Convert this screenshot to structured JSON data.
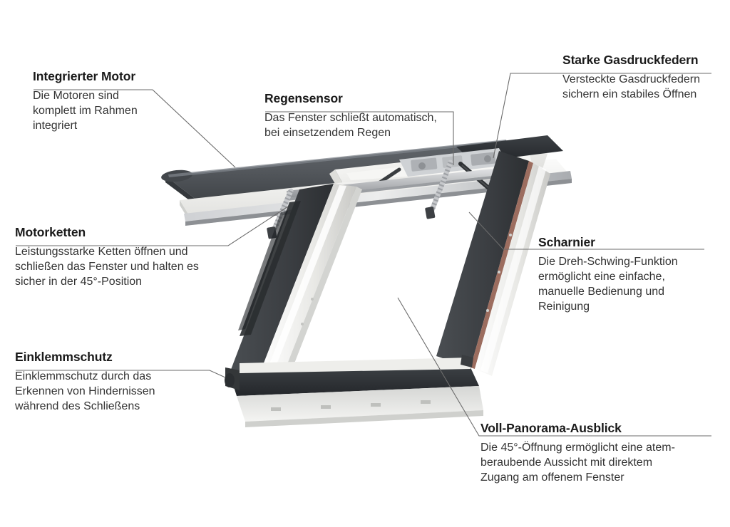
{
  "diagram": {
    "subject": "Elektrisches Dachfenster im 45-Grad geoeffneten Zustand",
    "background_color": "#ffffff",
    "line_color": "#6b6b6b",
    "heading_color": "#1a1a1a",
    "body_color": "#333333"
  },
  "callouts": [
    {
      "id": "integrierter-motor",
      "title": "Integrierter Motor",
      "body": "Die Motoren sind\nkomplett im Rahmen\nintegriert"
    },
    {
      "id": "regensensor",
      "title": "Regensensor",
      "body": "Das Fenster schließt automatisch,\nbei einsetzendem Regen"
    },
    {
      "id": "starke-gasdruckfedern",
      "title": "Starke Gasdruckfedern",
      "body": "Versteckte Gasdruckfedern\nsichern ein stabiles Öffnen"
    },
    {
      "id": "motorketten",
      "title": "Motorketten",
      "body": "Leistungsstarke Ketten öffnen und\nschließen das Fenster und halten es\nsicher in der 45°-Position"
    },
    {
      "id": "scharnier",
      "title": "Scharnier",
      "body": "Die Dreh-Schwing-Funktion\nermöglicht eine einfache,\nmanuelle Bedienung und\nReinigung"
    },
    {
      "id": "einklemmschutz",
      "title": "Einklemmschutz",
      "body": "Einklemmschutz durch das\nErkennen von Hindernissen\nwährend des Schließens"
    },
    {
      "id": "voll-panorama-ausblick",
      "title": "Voll-Panorama-Ausblick",
      "body": "Die 45°-Öffnung ermöglicht eine atem-\nberaubende Aussicht mit direktem\nZugang am offenem Fenster"
    }
  ]
}
